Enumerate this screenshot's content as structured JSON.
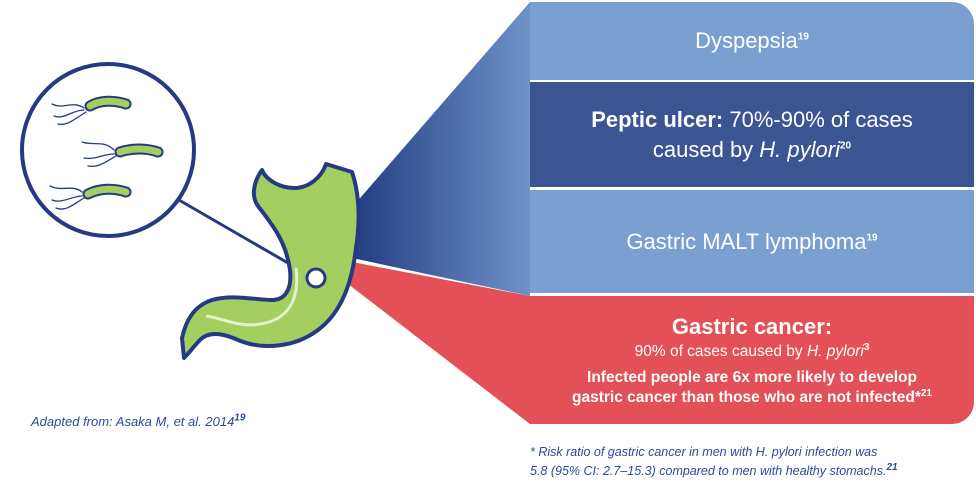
{
  "colors": {
    "light_blue": "#7b9fd0",
    "dark_blue": "#3b5592",
    "red": "#e35058",
    "stomach_green": "#a2cf5f",
    "navy_outline": "#263a84",
    "text_blue": "#2b4a9a"
  },
  "panels": {
    "dyspepsia": {
      "title": "Dyspepsia",
      "ref": "19"
    },
    "peptic_ulcer": {
      "title": "Peptic ulcer:",
      "text_1": " 70%-90% of cases",
      "text_2": "caused by ",
      "italic": "H. pylori",
      "ref": "20"
    },
    "malt": {
      "title": "Gastric MALT lymphoma",
      "ref": "19"
    },
    "cancer": {
      "title": "Gastric cancer:",
      "sub_text": "90% of cases caused by ",
      "sub_italic": "H. pylori",
      "sub_ref": "3",
      "bold_line_1": "Infected people are 6x more likely to develop",
      "bold_line_2": "gastric cancer than those who are not infected*",
      "bold_ref": "21"
    }
  },
  "credit": {
    "text": "Adapted from: Asaka M, et al. 2014",
    "ref": "19"
  },
  "footnote": {
    "line_1": "* Risk ratio of gastric cancer in men with H. pylori infection was",
    "line_2": "5.8 (95% CI: 2.7–15.3) compared to men with healthy stomachs.",
    "ref": "21"
  }
}
